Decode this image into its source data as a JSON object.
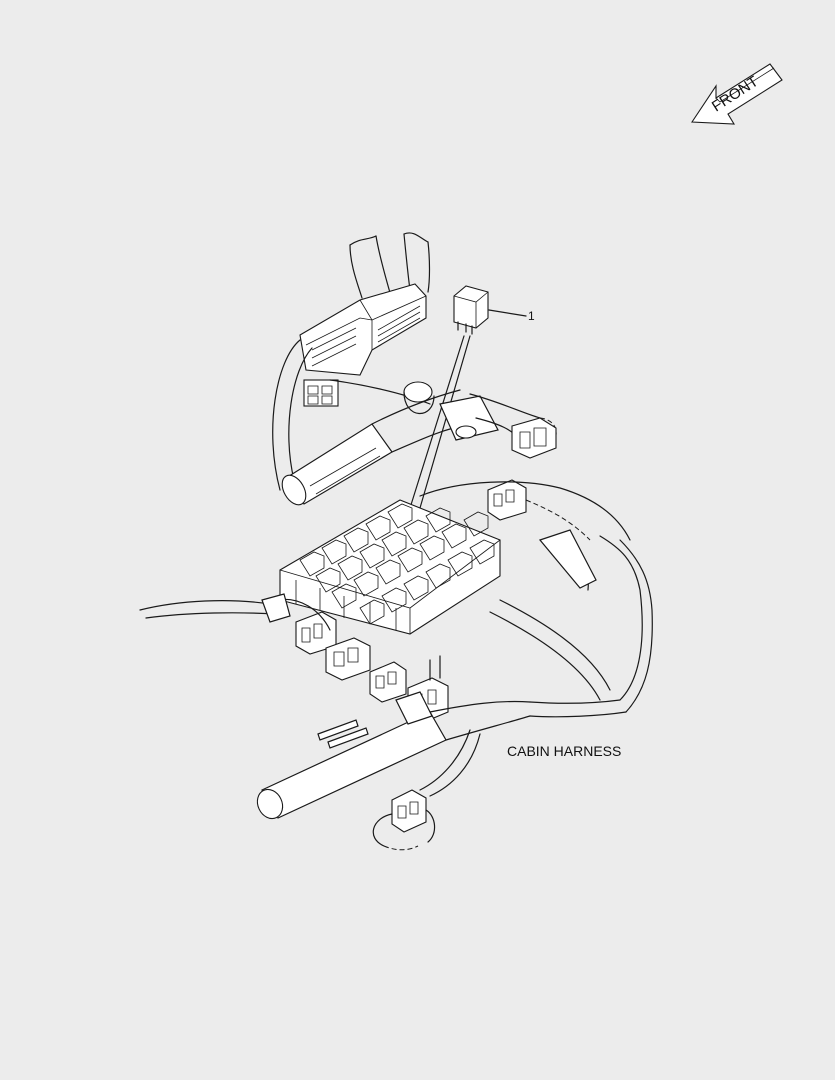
{
  "diagram": {
    "orientation_label": "FRONT",
    "callouts": [
      {
        "label": "1"
      }
    ],
    "harness_label": "CABIN HARNESS",
    "icons": [
      "front-arrow-icon"
    ]
  }
}
